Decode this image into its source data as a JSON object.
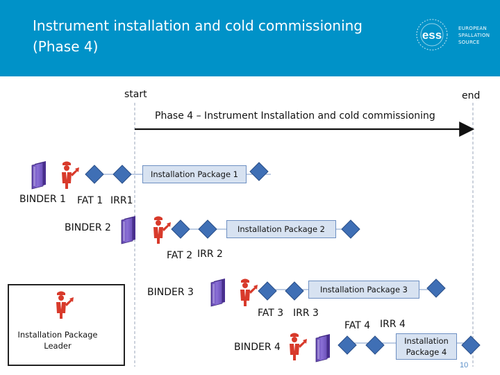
{
  "header": {
    "title_line1": "Instrument installation and cold commissioning",
    "title_line2": "(Phase 4)",
    "logo_mark": "ess",
    "logo_lines": [
      "EUROPEAN",
      "SPALLATION",
      "SOURCE"
    ]
  },
  "timeline": {
    "start": "start",
    "end": "end",
    "phase": "Phase 4 – Instrument Installation and cold commissioning"
  },
  "rows": [
    {
      "binder": "BINDER 1",
      "fat": "FAT 1",
      "irr": "IRR1",
      "package": "Installation Package 1"
    },
    {
      "binder": "BINDER 2",
      "fat": "FAT 2",
      "irr": "IRR 2",
      "package": "Installation Package 2"
    },
    {
      "binder": "BINDER 3",
      "fat": "FAT 3",
      "irr": "IRR 3",
      "package": "Installation Package 3"
    },
    {
      "binder": "BINDER 4",
      "fat": "FAT 4",
      "irr": "IRR 4",
      "package_line1": "Installation",
      "package_line2": "Package 4"
    }
  ],
  "legend": {
    "line1": "Installation Package",
    "line2": "Leader"
  },
  "page_number": "10",
  "colors": {
    "header": "#0092c8",
    "milestone": "#3f6fb5",
    "binder": "#7b5fc2",
    "worker": "#d83a2b",
    "package_fill": "#d7e2f1"
  },
  "icons": [
    "binder-icon",
    "worker-icon",
    "milestone-diamond-icon"
  ]
}
